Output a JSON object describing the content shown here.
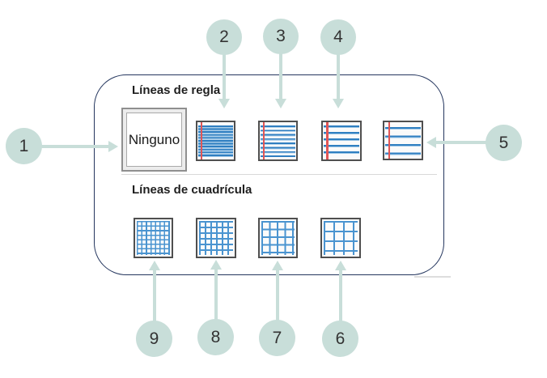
{
  "menu": {
    "sections": [
      {
        "title": "Líneas de regla",
        "items": [
          {
            "label": "Ninguno",
            "icon": "none-option"
          },
          {
            "icon": "ruled-lines-narrow-icon"
          },
          {
            "icon": "ruled-lines-college-icon"
          },
          {
            "icon": "ruled-lines-standard-icon"
          },
          {
            "icon": "ruled-lines-wide-icon"
          }
        ]
      },
      {
        "title": "Líneas de cuadrícula",
        "items": [
          {
            "icon": "grid-small-icon"
          },
          {
            "icon": "grid-medium-icon"
          },
          {
            "icon": "grid-large-icon"
          },
          {
            "icon": "grid-extra-large-icon"
          }
        ]
      }
    ]
  },
  "callouts": [
    {
      "label": "1"
    },
    {
      "label": "2"
    },
    {
      "label": "3"
    },
    {
      "label": "4"
    },
    {
      "label": "5"
    },
    {
      "label": "6"
    },
    {
      "label": "7"
    },
    {
      "label": "8"
    },
    {
      "label": "9"
    }
  ],
  "colors": {
    "callout_fill": "#c8ded9",
    "callout_text": "#333333",
    "rule_line_blue": "#2f7fc1",
    "rule_line_light_blue": "#a9cde9",
    "grid_line_blue": "#4a94d0",
    "margin_line_red": "#e25555",
    "panel_border_navy": "#24365e",
    "thumbnail_border_gray": "#4f4f4f"
  }
}
